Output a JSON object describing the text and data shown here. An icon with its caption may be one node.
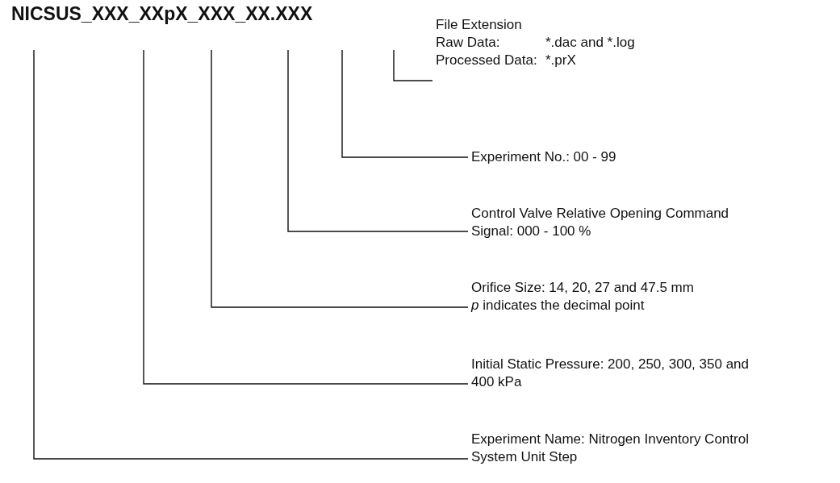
{
  "diagram": {
    "title": "NICSUS_XXX_XXpX_XXX_XX.XXX",
    "nodes": [
      {
        "text": [
          "File Extension",
          "Raw Data:",
          "*.dac and *.log",
          "Processed Data:",
          "*.prX"
        ]
      },
      {
        "text": [
          "Experiment No.: 00 - 99"
        ]
      },
      {
        "text": [
          "Control Valve Relative Opening Command Signal: 000 - 100 %"
        ]
      },
      {
        "text": [
          "Orifice Size: 14, 20, 27 and 47.5 mm",
          "*p* indicates the decimal point"
        ]
      },
      {
        "text": [
          "Initial Static Pressure: 200, 250, 300, 350 and 400 kPa"
        ]
      },
      {
        "text": [
          "Experiment Name: Nitrogen Inventory Control System Unit Step"
        ]
      }
    ],
    "edges": [
      {
        "from": 0,
        "to": null,
        "arrow": "none"
      },
      {
        "from": 1,
        "to": null,
        "arrow": "none"
      },
      {
        "from": 2,
        "to": null,
        "arrow": "none"
      },
      {
        "from": 3,
        "to": null,
        "arrow": "none"
      },
      {
        "from": 4,
        "to": null,
        "arrow": "none"
      },
      {
        "from": 5,
        "to": null,
        "arrow": "none"
      }
    ]
  }
}
